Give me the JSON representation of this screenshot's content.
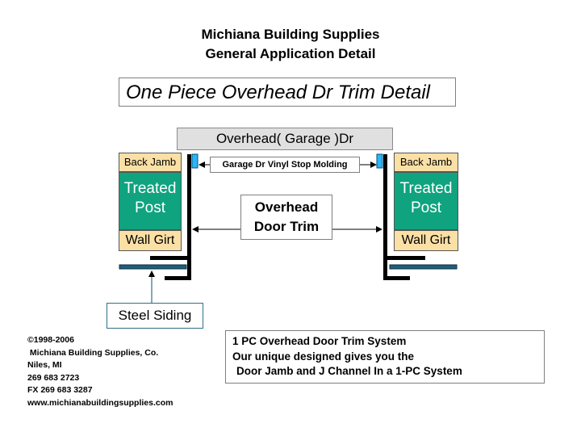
{
  "header": {
    "title_line1": "Michiana Building Supplies",
    "title_line2": "General Application Detail"
  },
  "subtitle": "One Piece Overhead Dr Trim Detail",
  "diagram": {
    "overhead_door": "Overhead( Garage )Dr",
    "left": {
      "back_jamb": "Back Jamb",
      "post_line1": "Treated",
      "post_line2": "Post",
      "wall_girt": "Wall Girt"
    },
    "right": {
      "back_jamb": "Back Jamb",
      "post_line1": "Treated",
      "post_line2": "Post",
      "wall_girt": "Wall Girt"
    },
    "stop_molding": "Garage Dr Vinyl Stop Molding",
    "trim_line1": "Overhead",
    "trim_line2": "Door Trim",
    "steel_siding": "Steel Siding"
  },
  "company": {
    "copyright": "©1998-2006",
    "name": " Michiana Building Supplies, Co.",
    "city": "Niles, MI",
    "phone": "269 683 2723",
    "fax": "FX 269 683 3287",
    "web": "www.michianabuildingsupplies.com"
  },
  "system_note": {
    "line1": "1 PC Overhead Door Trim System",
    "line2": "Our unique designed gives you the",
    "line3": "Door Jamb and J Channel In a 1-PC System"
  },
  "colors": {
    "post": "#0fa37f",
    "jamb": "#fbe0a6",
    "door": "#e0e0e0",
    "stop": "#29b6f6",
    "siding": "#1f5f7a"
  }
}
